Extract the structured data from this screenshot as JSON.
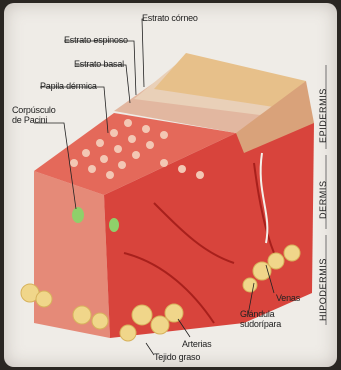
{
  "labels": {
    "estrato_corneo": "Estrato córneo",
    "estrato_espinoso": "Estrato espinoso",
    "estrato_basal": "Estrato basal",
    "papila_dermica": "Papila dérmica",
    "corpusculo_line1": "Corpúsculo",
    "corpusculo_line2": "de Pacini",
    "venas": "Venas",
    "glandula_line1": "Glándula",
    "glandula_line2": "sudorípara",
    "arterias": "Arterias",
    "tejido_graso": "Tejido graso"
  },
  "side_labels": {
    "epidermis": "EPIDERMIS",
    "dermis": "DERMIS",
    "hipodermis": "HIPODERMIS"
  },
  "colors": {
    "background": "#efece7",
    "epidermis_top": "#e7c08a",
    "dermis": "#d8443c",
    "fat": "#f0d68a"
  }
}
